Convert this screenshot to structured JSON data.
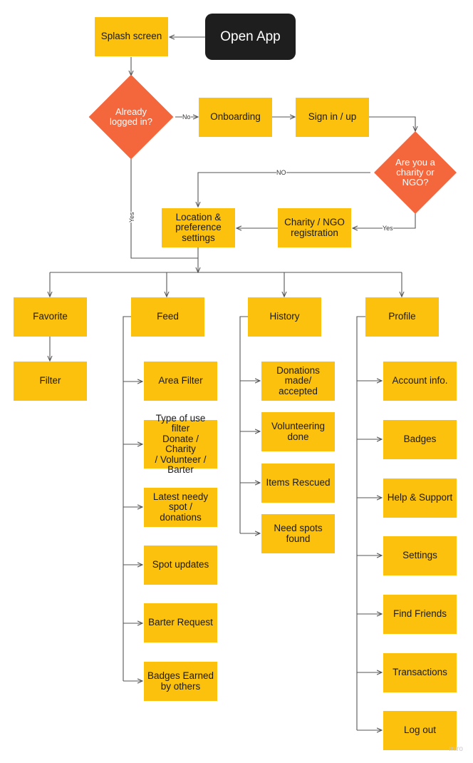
{
  "nodes": {
    "open_app": "Open App",
    "splash": "Splash screen",
    "logged_in": "Already\nlogged in?",
    "onboarding": "Onboarding",
    "signin": "Sign in / up",
    "charity_q": "Are you a\ncharity or\nNGO?",
    "charity_reg": "Charity / NGO\nregistration",
    "location": "Location &\npreference\nsettings",
    "favorite": "Favorite",
    "filter": "Filter",
    "feed": "Feed",
    "history": "History",
    "profile": "Profile"
  },
  "feed_items": [
    "Area Filter",
    "Type of use filter\nDonate / Charity\n/ Volunteer /\nBarter",
    "Latest needy\nspot / donations",
    "Spot updates",
    "Barter Request",
    "Badges Earned\nby others"
  ],
  "history_items": [
    "Donations made/\naccepted",
    "Volunteering\ndone",
    "Items Rescued",
    "Need spots\nfound"
  ],
  "profile_items": [
    "Account info.",
    "Badges",
    "Help & Support",
    "Settings",
    "Find Friends",
    "Transactions",
    "Log out"
  ],
  "edge_labels": {
    "no": "No",
    "no_upper": "NO",
    "yes": "Yes",
    "yes_vertical": "Yes"
  },
  "watermark": "miro",
  "colors": {
    "box": "#fcc10d",
    "decision": "#f4663c",
    "start": "#1e1e1e",
    "line": "#555555"
  }
}
